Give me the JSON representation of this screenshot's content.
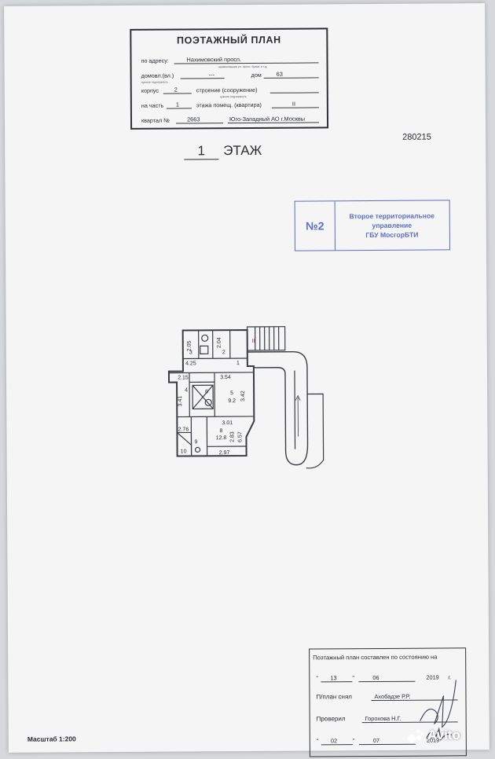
{
  "header": {
    "title": "ПОЭТАЖНЫЙ ПЛАН",
    "address_label": "по адресу:",
    "address_value": "Нахимовский просп.",
    "address_hint": "наименование ул. просп. бульв. и т.д.",
    "domovl_label": "домовл.(вл.)",
    "domovl_value": "---",
    "house_label": "дом",
    "house_value": "63",
    "domovl_hint": "нужное подчеркнуть",
    "korpus_label": "корпус",
    "korpus_value": "2",
    "stroenie_label": "строение (сооружение)",
    "stroenie_hint": "нужное подчеркнуть",
    "part_label": "на часть",
    "part_value": "1",
    "floor_label": "этажа помещ. (квартира)",
    "floor_value": "II",
    "kvartal_label": "квартал №",
    "kvartal_value": "2663",
    "district_value": "Юго-Западный АО г.Москвы"
  },
  "floor_heading": {
    "number": "1",
    "word": "ЭТАЖ"
  },
  "inventory_number": "280215",
  "stamp": {
    "number": "№2",
    "line1": "Второе территориальное",
    "line2": "управление",
    "line3": "ГБУ МосгорБТИ",
    "color": "#5b6fc4"
  },
  "plan_labels": {
    "r205": "2.05",
    "r3": "3",
    "r204": "2.04",
    "r2": "2",
    "r425": "4.25",
    "r1": "1",
    "rII": "II",
    "r215": "2.15",
    "r354": "3.54",
    "r341": "3.41",
    "r4": "4",
    "r6": "6",
    "r5": "5",
    "r92": "9.2",
    "r342": "3.42",
    "r301": "3.01",
    "r276": "2.76",
    "r8": "8",
    "r128": "12.8",
    "r283": "2.83",
    "r657": "6.57",
    "r10": "10",
    "r9": "9",
    "r297": "2.97"
  },
  "bottom": {
    "line1": "Поэтажный план составлен по состоянию на",
    "day1": "13",
    "month1": "06",
    "year1": "2019",
    "year_suffix": "г.",
    "plan_label": "П/план снял",
    "plan_person": "Ахобадзе Р.Р.",
    "check_label": "Проверил",
    "check_person": "Горохова Н.Г.",
    "day2": "02",
    "month2": "07",
    "year2": "2019"
  },
  "scale": "Масштаб 1:200",
  "watermark": "Avito"
}
